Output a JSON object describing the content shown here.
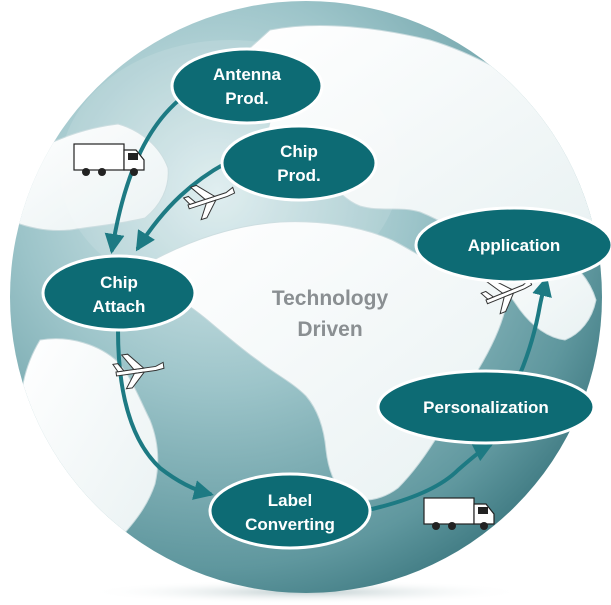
{
  "colors": {
    "node_fill": "#0d6b74",
    "arrow": "#1d7a83",
    "globe_ocean": "#7fb0b6",
    "land": "#ffffff",
    "center_text": "#8a8f92"
  },
  "center_text": {
    "line1": "Technology",
    "line2": "Driven"
  },
  "nodes": {
    "antenna": {
      "line1": "Antenna",
      "line2": "Prod."
    },
    "chip_prod": {
      "line1": "Chip",
      "line2": "Prod."
    },
    "chip_attach": {
      "line1": "Chip",
      "line2": "Attach"
    },
    "application": {
      "line1": "Application"
    },
    "personalization": {
      "line1": "Personalization"
    },
    "label_converting": {
      "line1": "Label",
      "line2": "Converting"
    }
  },
  "transport_icons": [
    "truck-icon",
    "airplane-icon",
    "airplane-icon",
    "airplane-icon",
    "truck-icon"
  ]
}
